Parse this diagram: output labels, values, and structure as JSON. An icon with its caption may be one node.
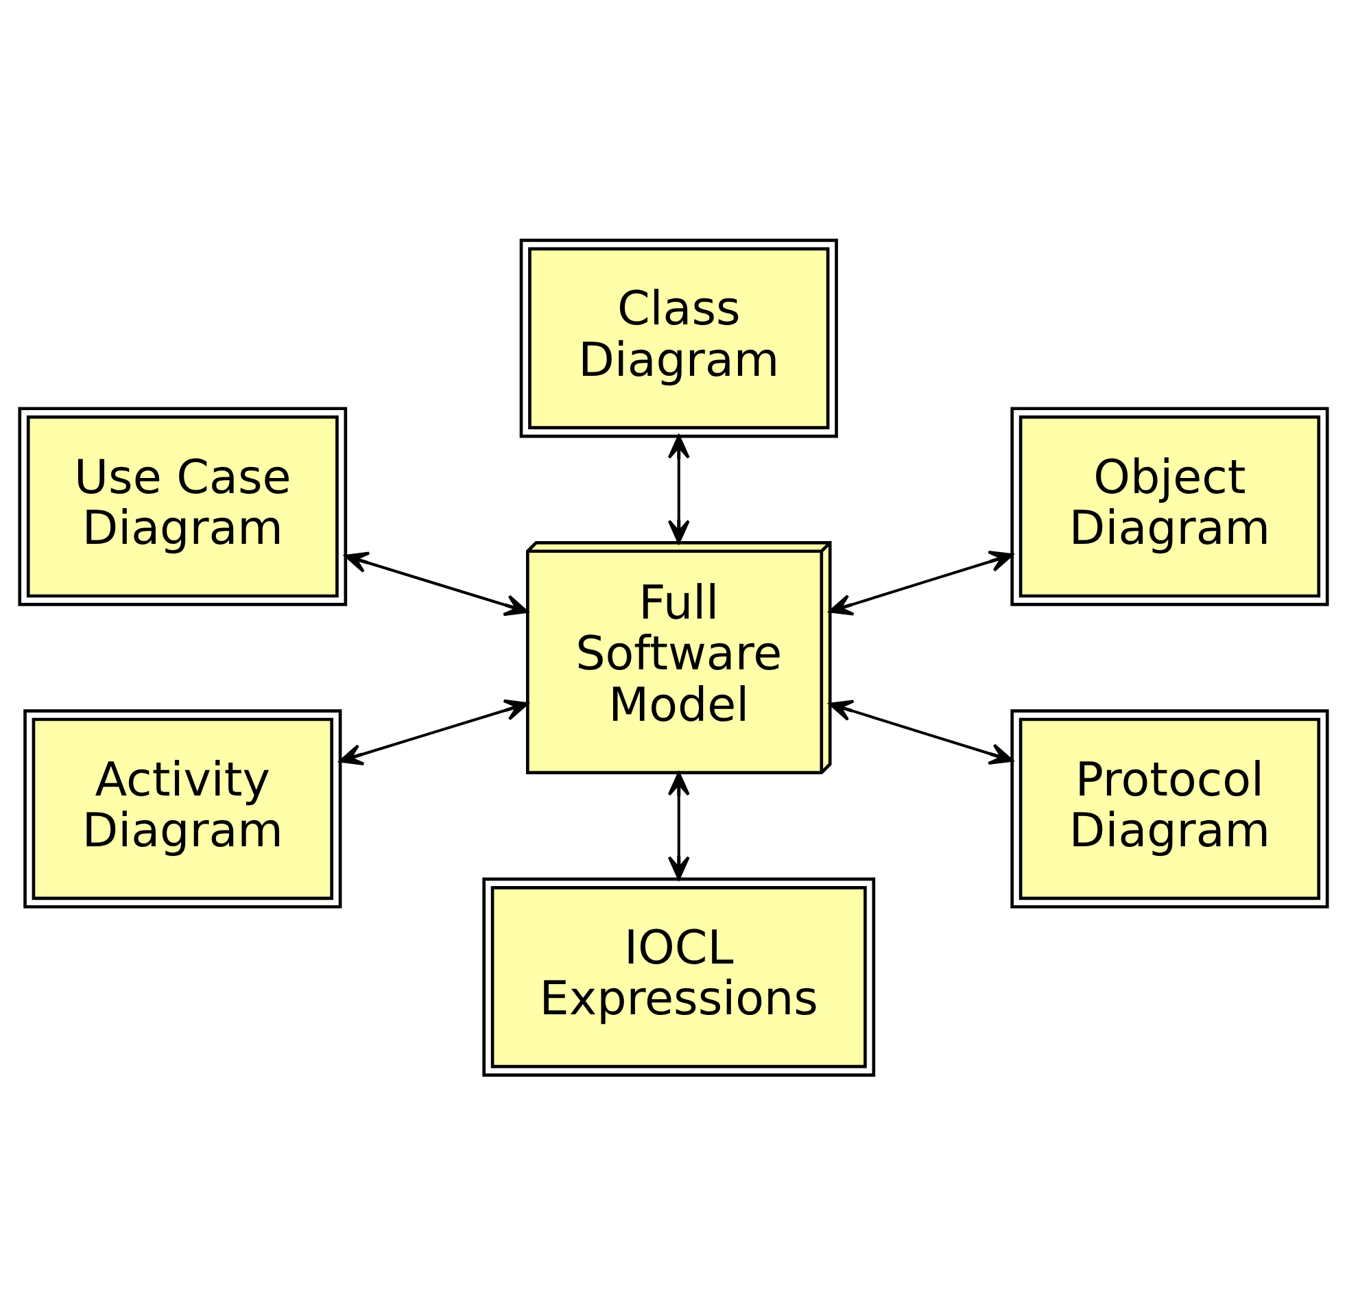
{
  "diagram": {
    "nodes": [
      {
        "text": [
          "Class Diagram"
        ]
      },
      {
        "text": [
          "Use Case Diagram"
        ]
      },
      {
        "text": [
          "Object Diagram"
        ]
      },
      {
        "text": [
          "Full Software Model"
        ]
      },
      {
        "text": [
          "Activity Diagram"
        ]
      },
      {
        "text": [
          "Protocol Diagram"
        ]
      },
      {
        "text": [
          "IOCL Expressions"
        ]
      }
    ],
    "edges": [
      {
        "from": 3,
        "to": 0,
        "arrow": "both"
      },
      {
        "from": 3,
        "to": 1,
        "arrow": "both"
      },
      {
        "from": 3,
        "to": 2,
        "arrow": "both"
      },
      {
        "from": 3,
        "to": 4,
        "arrow": "both"
      },
      {
        "from": 3,
        "to": 5,
        "arrow": "both"
      },
      {
        "from": 3,
        "to": 6,
        "arrow": "both"
      }
    ]
  }
}
